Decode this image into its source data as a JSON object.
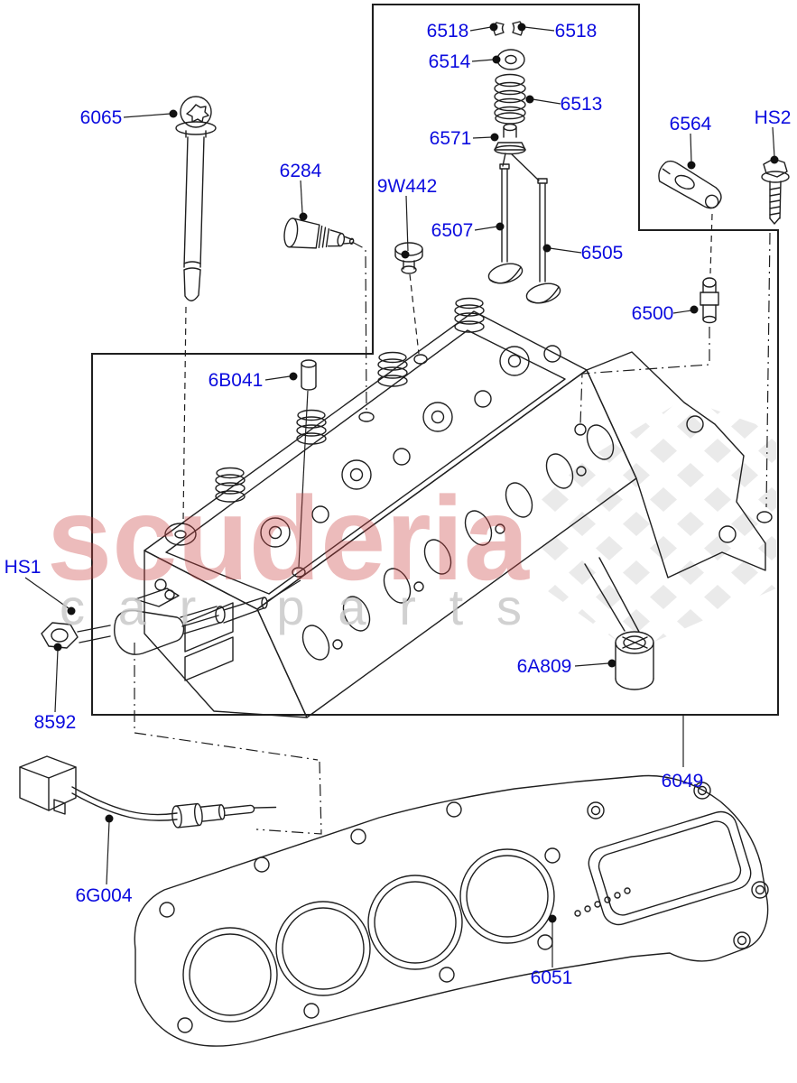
{
  "diagram": {
    "type": "exploded-parts-diagram",
    "subject": "cylinder-head",
    "colors": {
      "label_blue": "#0b0bdf",
      "line_black": "#1f1f1f",
      "watermark_red": "#cc4444",
      "tagline_gray": "#c9c9c9",
      "checker_gray": "#d9d9d9",
      "background": "#ffffff"
    },
    "watermark": {
      "brand": "scuderia",
      "tagline": "car parts"
    },
    "labels": {
      "p6518_left": "6518",
      "p6518_right": "6518",
      "p6514": "6514",
      "p6513": "6513",
      "p6571": "6571",
      "p6507": "6507",
      "p6505": "6505",
      "p6564": "6564",
      "hs2": "HS2",
      "p6500": "6500",
      "p6065": "6065",
      "p6284": "6284",
      "p9w442": "9W442",
      "p6b041": "6B041",
      "hs1": "HS1",
      "p8592": "8592",
      "p6g004": "6G004",
      "p6a809": "6A809",
      "p6049": "6049",
      "p6051": "6051"
    }
  }
}
